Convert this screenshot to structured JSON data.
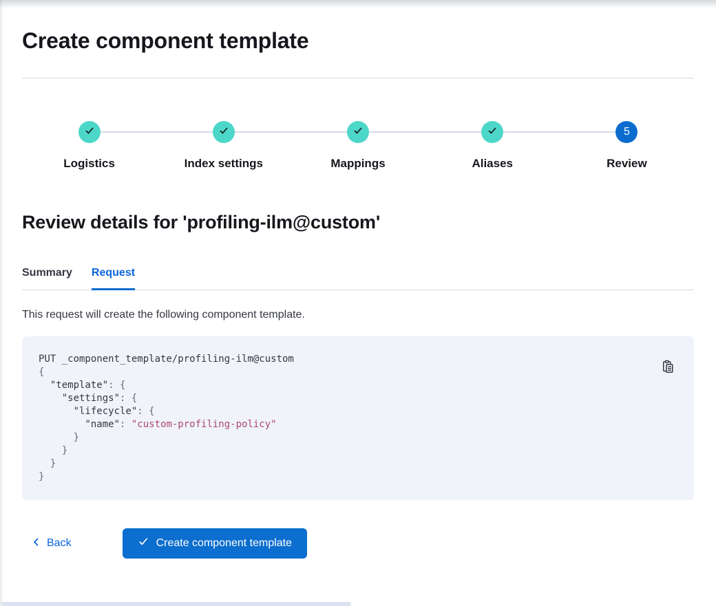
{
  "page": {
    "title": "Create component template"
  },
  "stepper": {
    "steps": [
      {
        "label": "Logistics",
        "status": "complete"
      },
      {
        "label": "Index settings",
        "status": "complete"
      },
      {
        "label": "Mappings",
        "status": "complete"
      },
      {
        "label": "Aliases",
        "status": "complete"
      },
      {
        "label": "Review",
        "status": "current",
        "number": "5"
      }
    ]
  },
  "review": {
    "heading": "Review details for 'profiling-ilm@custom'",
    "tabs": [
      {
        "label": "Summary",
        "active": false
      },
      {
        "label": "Request",
        "active": true
      }
    ],
    "description": "This request will create the following component template."
  },
  "code": {
    "lines": [
      [
        [
          "t",
          "PUT _component_template/profiling-ilm@custom"
        ]
      ],
      [
        [
          "p",
          "{"
        ]
      ],
      [
        [
          "t",
          "  "
        ],
        [
          "k",
          "\"template\""
        ],
        [
          "p",
          ": {"
        ]
      ],
      [
        [
          "t",
          "    "
        ],
        [
          "k",
          "\"settings\""
        ],
        [
          "p",
          ": {"
        ]
      ],
      [
        [
          "t",
          "      "
        ],
        [
          "k",
          "\"lifecycle\""
        ],
        [
          "p",
          ": {"
        ]
      ],
      [
        [
          "t",
          "        "
        ],
        [
          "k",
          "\"name\""
        ],
        [
          "p",
          ": "
        ],
        [
          "s",
          "\"custom-profiling-policy\""
        ]
      ],
      [
        [
          "p",
          "      }"
        ]
      ],
      [
        [
          "p",
          "    }"
        ]
      ],
      [
        [
          "p",
          "  }"
        ]
      ],
      [
        [
          "p",
          "}"
        ]
      ]
    ]
  },
  "footer": {
    "back_label": "Back",
    "create_label": "Create component template"
  },
  "colors": {
    "primary_button": "#0c6ece",
    "link": "#0b64dd",
    "step_complete_teal": "#4dd7c9",
    "step_current_blue": "#0b6cce",
    "code_background": "#f0f3fa",
    "code_string": "#aa4a72",
    "divider": "#d3dae6"
  }
}
